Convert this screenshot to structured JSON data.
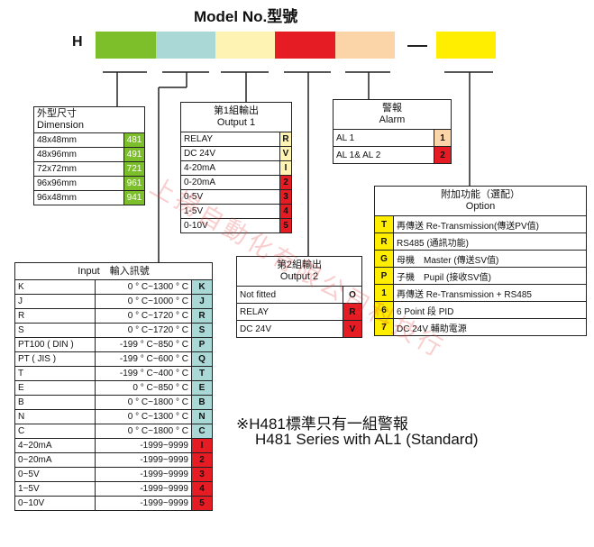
{
  "title": "Model No.型號",
  "prefix": "H",
  "segment_colors": [
    "#7cbf2a",
    "#a9d8d6",
    "#fff3b3",
    "#e51c23",
    "#fbd4a8",
    "#ffee00"
  ],
  "dimension": {
    "title_zh": "外型尺寸",
    "title_en": "Dimension",
    "rows": [
      {
        "label": "48x48mm",
        "code": "481"
      },
      {
        "label": "48x96mm",
        "code": "491"
      },
      {
        "label": "72x72mm",
        "code": "721"
      },
      {
        "label": "96x96mm",
        "code": "961"
      },
      {
        "label": "96x48mm",
        "code": "941"
      }
    ]
  },
  "output1": {
    "title_zh": "第1組輸出",
    "title_en": "Output 1",
    "rows": [
      {
        "label": "RELAY",
        "code": "R"
      },
      {
        "label": "DC 24V",
        "code": "V"
      },
      {
        "label": "4-20mA",
        "code": "I"
      },
      {
        "label": "0-20mA",
        "code": "2"
      },
      {
        "label": "0-5V",
        "code": "3"
      },
      {
        "label": "1-5V",
        "code": "4"
      },
      {
        "label": "0-10V",
        "code": "5"
      }
    ]
  },
  "alarm": {
    "title_zh": "警報",
    "title_en": "Alarm",
    "rows": [
      {
        "label": "AL 1",
        "code": "1"
      },
      {
        "label": "AL 1& AL 2",
        "code": "2"
      }
    ]
  },
  "output2": {
    "title_zh": "第2組輸出",
    "title_en": "Output 2",
    "rows": [
      {
        "label": "Not fitted",
        "code": "O"
      },
      {
        "label": "RELAY",
        "code": "R"
      },
      {
        "label": "DC 24V",
        "code": "V"
      }
    ]
  },
  "option": {
    "title_zh": "附加功能（選配）",
    "title_en": "Option",
    "rows": [
      {
        "code": "T",
        "label": "再傳送 Re-Transmission(傳送PV值)"
      },
      {
        "code": "R",
        "label": "RS485 (通訊功能)"
      },
      {
        "code": "G",
        "label": "母機　Master (傳送SV值)"
      },
      {
        "code": "P",
        "label": "子機　Pupil (接收SV值)"
      },
      {
        "code": "1",
        "label": "再傳送 Re-Transmission + RS485"
      },
      {
        "code": "6",
        "label": "6 Point 段 PID"
      },
      {
        "code": "7",
        "label": "DC 24V  輔助電源"
      }
    ]
  },
  "input": {
    "title": "Input　輸入訊號",
    "rows": [
      {
        "label": "K",
        "range": "0 ° C~1300 ° C",
        "code": "K"
      },
      {
        "label": "J",
        "range": "0 ° C~1000 ° C",
        "code": "J"
      },
      {
        "label": "R",
        "range": "0 ° C~1720 ° C",
        "code": "R"
      },
      {
        "label": "S",
        "range": "0 ° C~1720 ° C",
        "code": "S"
      },
      {
        "label": "PT100 ( DIN )",
        "range": "-199 ° C~850 ° C",
        "code": "P"
      },
      {
        "label": "PT ( JIS )",
        "range": "-199 ° C~600 ° C",
        "code": "Q"
      },
      {
        "label": "T",
        "range": "-199 ° C~400 ° C",
        "code": "T"
      },
      {
        "label": "E",
        "range": "0 ° C~850 ° C",
        "code": "E"
      },
      {
        "label": "B",
        "range": "0 ° C~1800 ° C",
        "code": "B"
      },
      {
        "label": "N",
        "range": "0 ° C~1300 ° C",
        "code": "N"
      },
      {
        "label": "C",
        "range": "0 ° C~1800 ° C",
        "code": "C"
      },
      {
        "label": "4~20mA",
        "range": "-1999~9999",
        "code": "I"
      },
      {
        "label": "0~20mA",
        "range": "-1999~9999",
        "code": "2"
      },
      {
        "label": "0~5V",
        "range": "-1999~9999",
        "code": "3"
      },
      {
        "label": "1~5V",
        "range": "-1999~9999",
        "code": "4"
      },
      {
        "label": "0~10V",
        "range": "-1999~9999",
        "code": "5"
      }
    ]
  },
  "note_zh": "※H481標準只有一組警報",
  "note_en": "H481 Series with AL1 (Standard)",
  "watermark": "上揚自動化有限公司科技行"
}
